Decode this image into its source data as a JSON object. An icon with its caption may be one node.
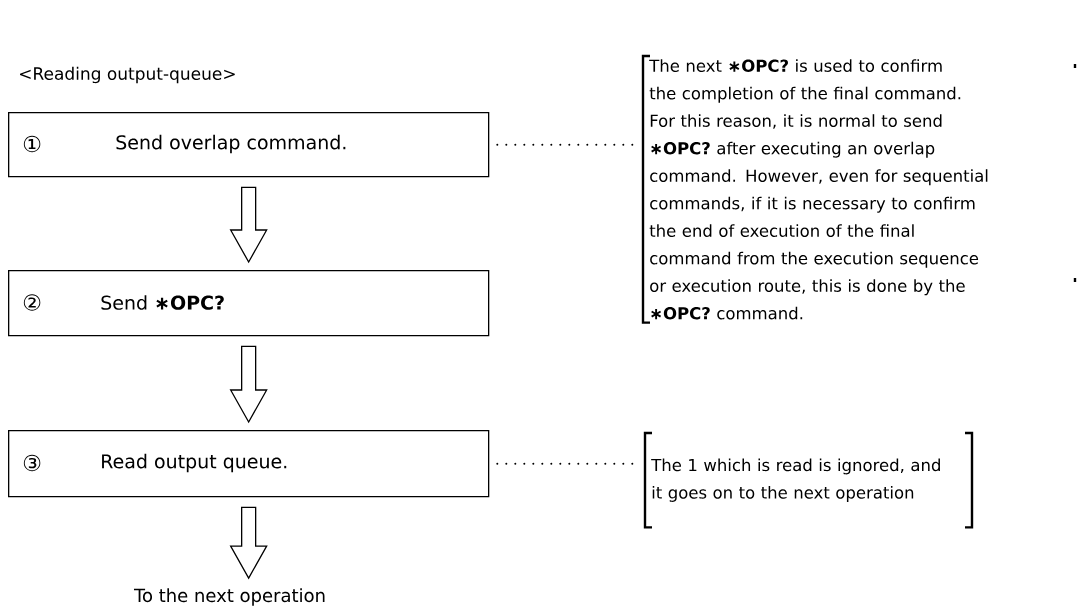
{
  "diagram": {
    "title": "<Reading output-queue>",
    "nodes": [
      {
        "text": [
          "①",
          "Send overlap command."
        ]
      },
      {
        "text": [
          "②",
          "Send **∗OPC?**"
        ]
      },
      {
        "text": [
          "③",
          "Read output queue."
        ]
      },
      {
        "text": [
          "To the next operation"
        ]
      },
      {
        "text": [
          "The next **∗OPC?** is used to confirm the completion of the final command. For this reason, it is normal to send **∗OPC?** after executing an overlap command. However, even for sequential commands, if it is necessary to confirm the end of execution of the final command from the execution sequence or execution route, this is done by the **∗OPC?** command."
        ]
      },
      {
        "text": [
          "The 1 which is read is ignored, and it goes on to the next operation"
        ]
      }
    ],
    "edges": [
      {
        "from": 0,
        "to": 1,
        "arrow": "to"
      },
      {
        "from": 1,
        "to": 2,
        "arrow": "to"
      },
      {
        "from": 2,
        "to": 3,
        "arrow": "to"
      },
      {
        "from": 0,
        "to": 4,
        "arrow": "none",
        "style": "dashed"
      },
      {
        "from": 2,
        "to": 5,
        "arrow": "none",
        "style": "dashed"
      }
    ]
  }
}
